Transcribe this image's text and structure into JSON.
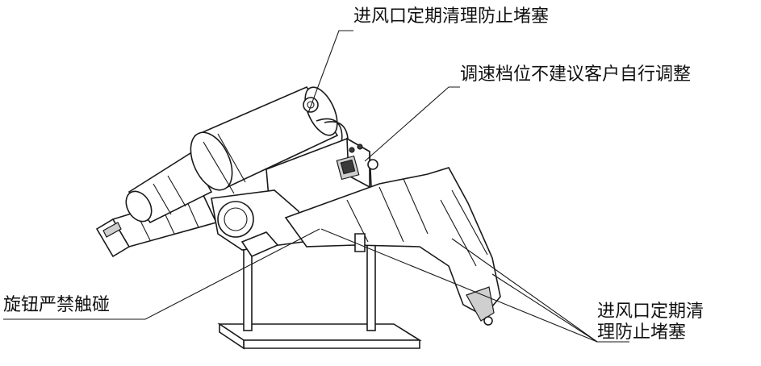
{
  "annotations": {
    "top": "进风口定期清理防止堵塞",
    "speed": "调速档位不建议客户自行调整",
    "knob": "旋钮严禁触碰",
    "bottom_line1": "进风口定期清",
    "bottom_line2": "理防止堵塞"
  },
  "colors": {
    "stroke": "#1a1a1a",
    "shade": "#cfcfcf",
    "background": "#ffffff"
  }
}
